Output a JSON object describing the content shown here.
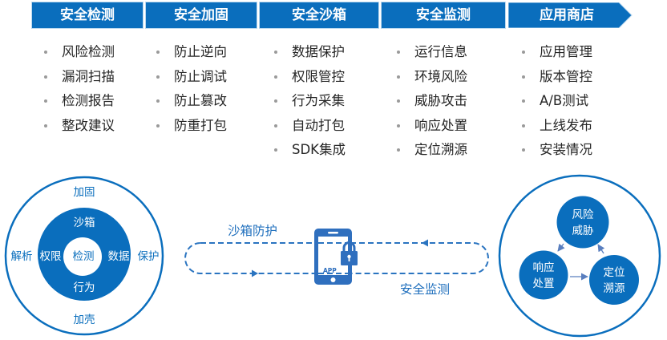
{
  "colors": {
    "primary": "#0a6ebd",
    "arrow": "#5a7fbf",
    "text": "#262626",
    "bullet": "#9a9a9a",
    "white": "#ffffff"
  },
  "stages": [
    {
      "title": "安全检测",
      "items": [
        "风险检测",
        "漏洞扫描",
        "检测报告",
        "整改建议"
      ]
    },
    {
      "title": "安全加固",
      "items": [
        "防止逆向",
        "防止调试",
        "防止篡改",
        "防重打包"
      ]
    },
    {
      "title": "安全沙箱",
      "items": [
        "数据保护",
        "权限管控",
        "行为采集",
        "自动打包",
        "SDK集成"
      ]
    },
    {
      "title": "安全监测",
      "items": [
        "运行信息",
        "环境风险",
        "威胁攻击",
        "响应处置",
        "定位溯源"
      ]
    },
    {
      "title": "应用商店",
      "items": [
        "应用管理",
        "版本管控",
        "A/B测试",
        "上线发布",
        "安装情况"
      ]
    }
  ],
  "ring_diagram": {
    "center": "检测",
    "inner_ring": {
      "top": "沙箱",
      "bottom": "行为",
      "left": "权限",
      "right": "数据"
    },
    "outer_ring": {
      "top": "加固",
      "bottom": "加壳",
      "left": "解析",
      "right": "保护"
    }
  },
  "loop_diagram": {
    "top_label": "沙箱防护",
    "bottom_label": "安全监测",
    "phone_label": "APP",
    "icons": [
      "smartphone-icon",
      "padlock-icon"
    ]
  },
  "cycle_diagram": {
    "nodes": [
      {
        "line1": "风险",
        "line2": "威胁"
      },
      {
        "line1": "响应",
        "line2": "处置"
      },
      {
        "line1": "定位",
        "line2": "溯源"
      }
    ]
  }
}
